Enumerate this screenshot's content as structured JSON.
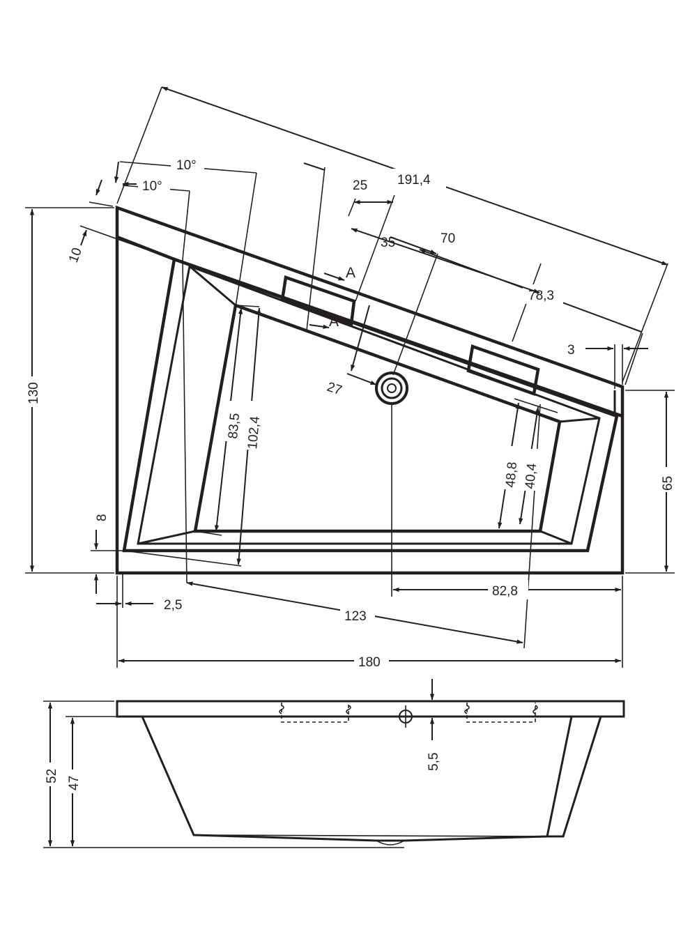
{
  "colors": {
    "line": "#231f20",
    "background": "#ffffff"
  },
  "plan_view": {
    "dimensions": {
      "width": "180",
      "depth": "130",
      "right_side": "65",
      "long_side": "191,4",
      "bottom_inner": "123",
      "drain_to_right": "82,8",
      "inner_depth_1": "102,4",
      "inner_depth_2": "83,5",
      "right_inner_1": "48,8",
      "right_inner_2": "40,4",
      "dim_70": "70",
      "dim_78": "78,3",
      "dim_25": "25",
      "dim_35": "35",
      "dim_27": "27",
      "dim_10": "10",
      "dim_8": "8",
      "dim_3": "3",
      "dim_2_5": "2,5"
    },
    "angles": {
      "outer": "10°",
      "inner": "10°"
    },
    "section_labels": [
      "A",
      "A"
    ]
  },
  "side_view": {
    "dimensions": {
      "height_total": "52",
      "height_inner": "47",
      "rim": "5,5"
    }
  }
}
